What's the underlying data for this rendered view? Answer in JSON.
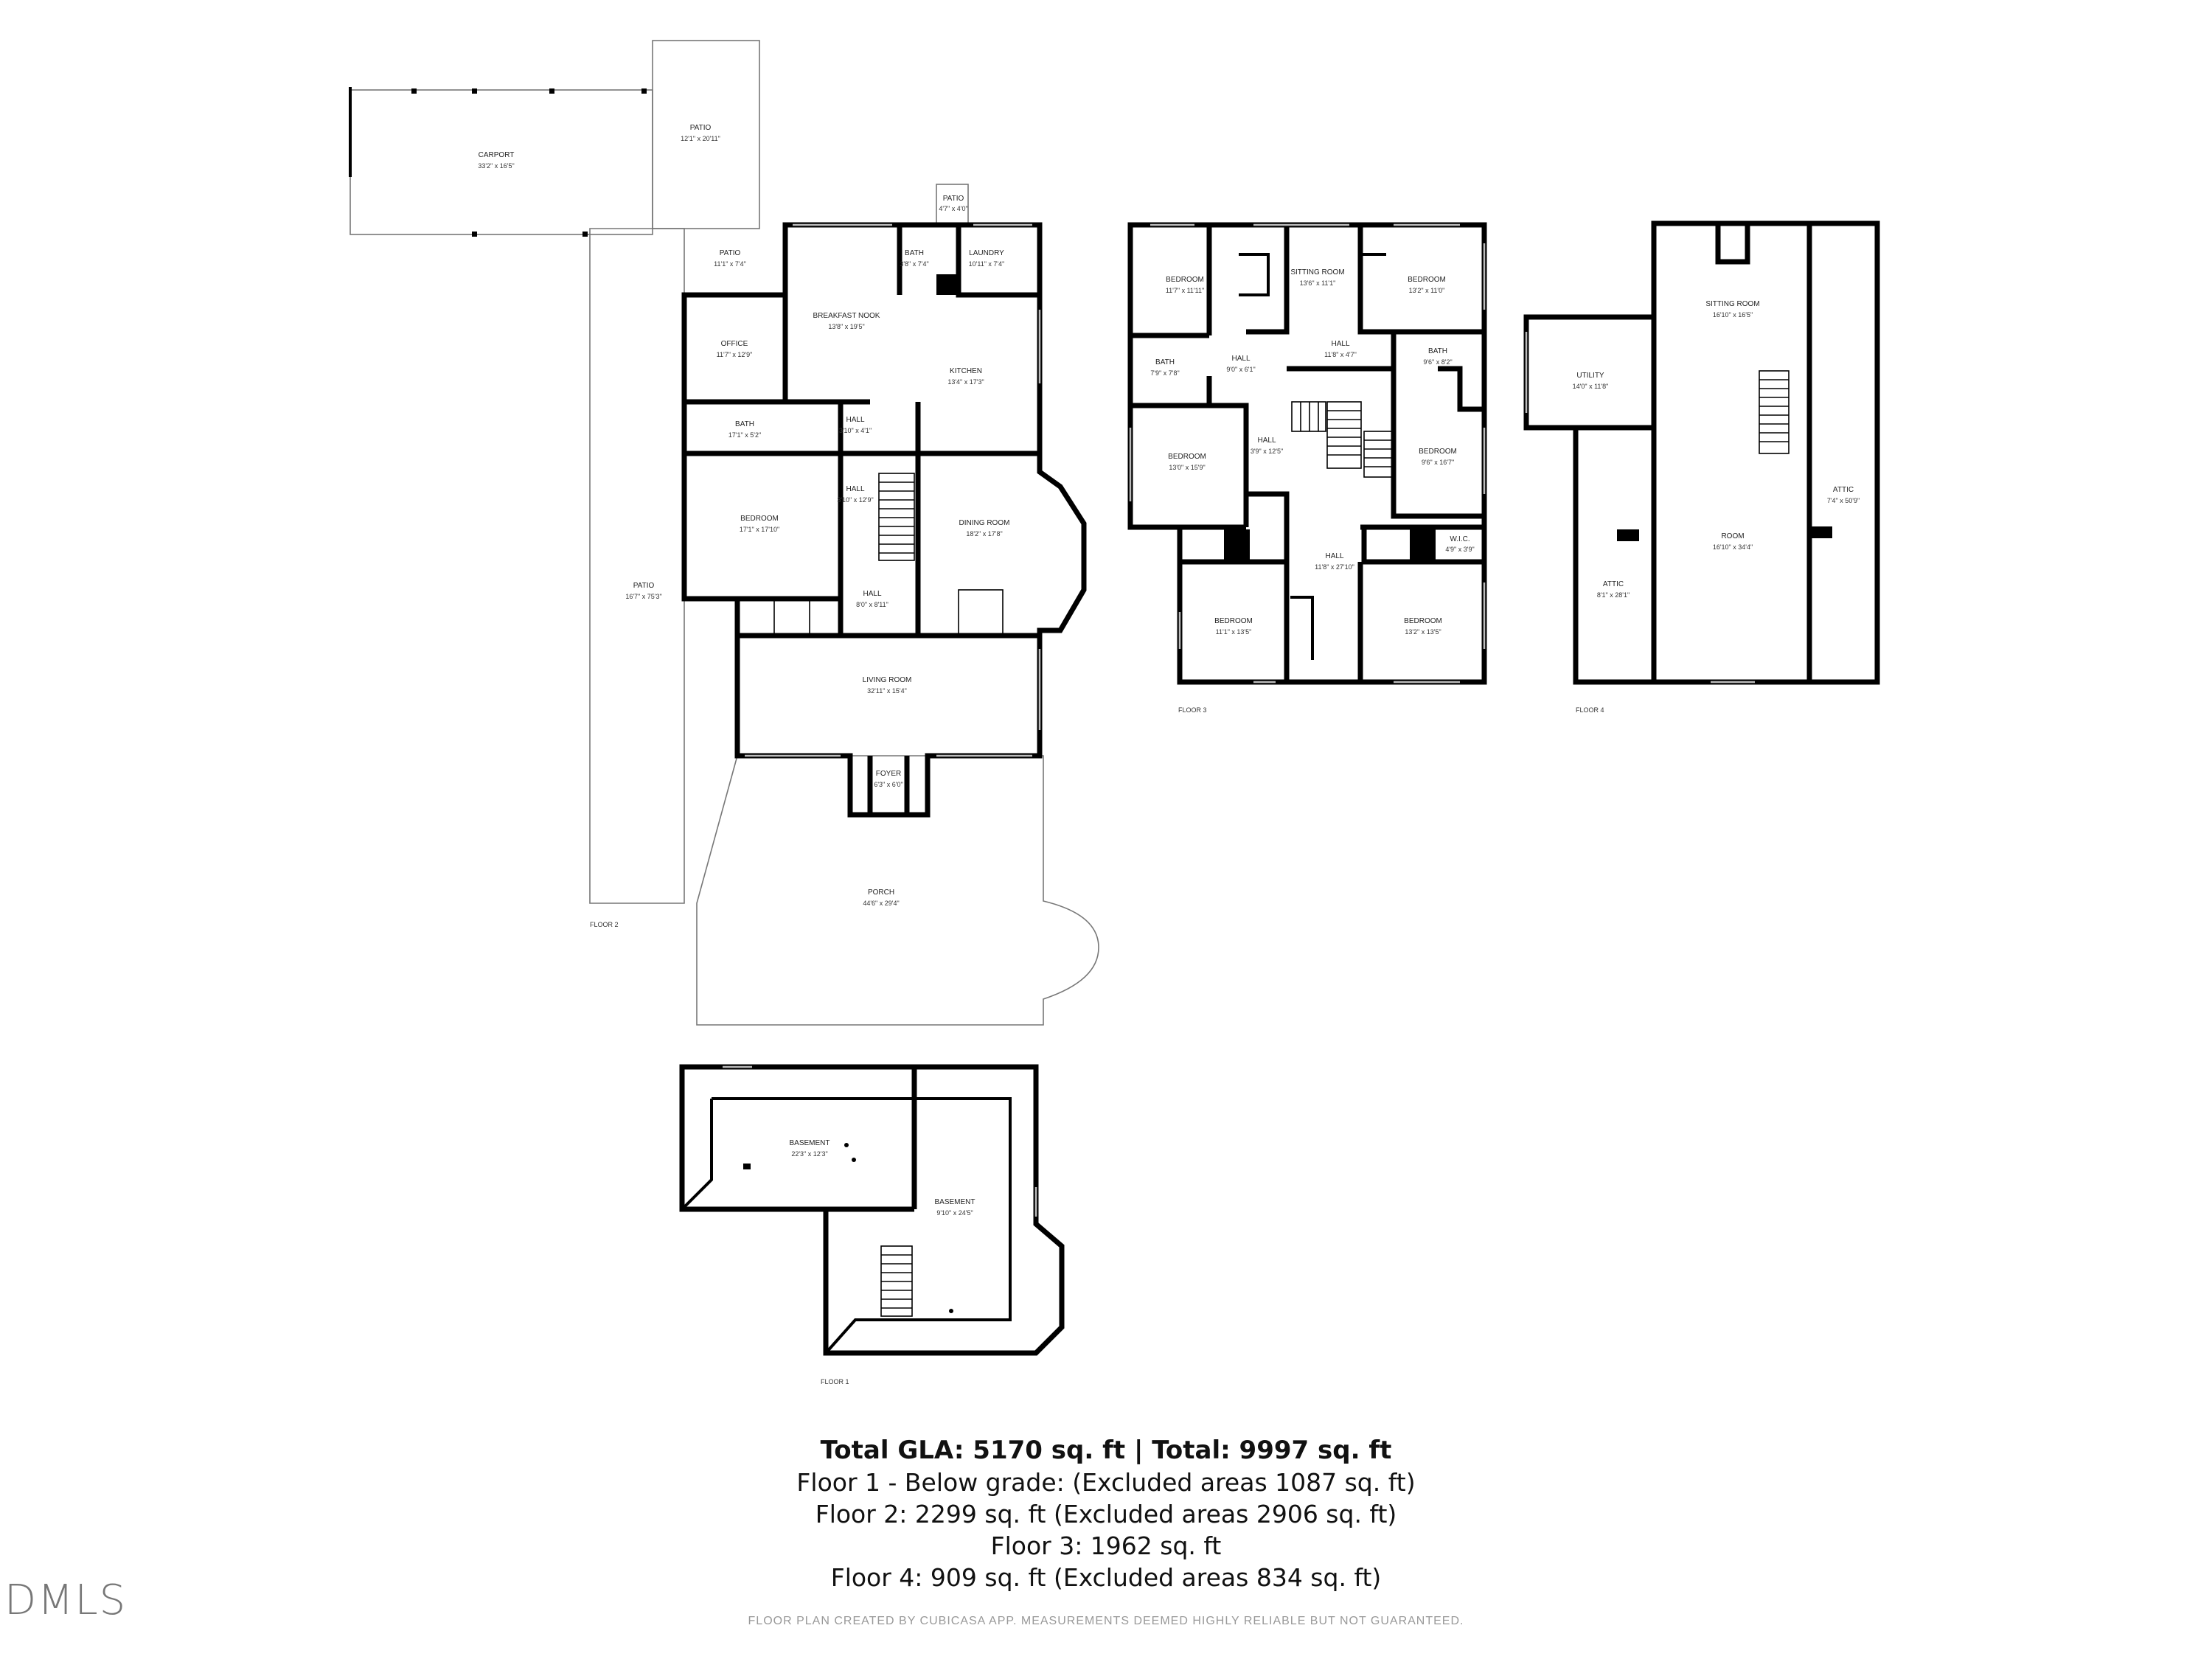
{
  "rooms": {
    "carport": {
      "name": "CARPORT",
      "dim": "33'2\" x 16'5\""
    },
    "patio_top": {
      "name": "PATIO",
      "dim": "12'1\" x 20'11\""
    },
    "patio_small": {
      "name": "PATIO",
      "dim": "4'7\" x 4'0\""
    },
    "patio_nw": {
      "name": "PATIO",
      "dim": "11'1\" x 7'4\""
    },
    "bath_f2a": {
      "name": "BATH",
      "dim": "3'8\" x 7'4\""
    },
    "laundry": {
      "name": "LAUNDRY",
      "dim": "10'11\" x 7'4\""
    },
    "breakfast": {
      "name": "BREAKFAST NOOK",
      "dim": "13'8\" x 19'5\""
    },
    "office": {
      "name": "OFFICE",
      "dim": "11'7\" x 12'9\""
    },
    "kitchen": {
      "name": "KITCHEN",
      "dim": "13'4\" x 17'3\""
    },
    "hall_f2a": {
      "name": "HALL",
      "dim": "3'10\" x 4'1\""
    },
    "bath_f2b": {
      "name": "BATH",
      "dim": "17'1\" x 5'2\""
    },
    "bedroom_f2": {
      "name": "BEDROOM",
      "dim": "17'1\" x 17'10\""
    },
    "hall_f2b": {
      "name": "HALL",
      "dim": "3'10\" x 12'9\""
    },
    "dining": {
      "name": "DINING ROOM",
      "dim": "18'2\" x 17'8\""
    },
    "patio_w": {
      "name": "PATIO",
      "dim": "16'7\" x 75'3\""
    },
    "hall_f2c": {
      "name": "HALL",
      "dim": "8'0\" x 8'11\""
    },
    "living": {
      "name": "LIVING ROOM",
      "dim": "32'11\" x 15'4\""
    },
    "foyer": {
      "name": "FOYER",
      "dim": "6'3\" x 6'0\""
    },
    "porch": {
      "name": "PORCH",
      "dim": "44'6\" x 29'4\""
    },
    "bed_f3_nw": {
      "name": "BEDROOM",
      "dim": "11'7\" x 11'11\""
    },
    "sitting_f3": {
      "name": "SITTING ROOM",
      "dim": "13'6\" x 11'1\""
    },
    "bed_f3_ne": {
      "name": "BEDROOM",
      "dim": "13'2\" x 11'0\""
    },
    "hall_f3a": {
      "name": "HALL",
      "dim": "9'0\" x 6'1\""
    },
    "hall_f3b": {
      "name": "HALL",
      "dim": "11'8\" x 4'7\""
    },
    "bath_f3a": {
      "name": "BATH",
      "dim": "7'9\" x 7'8\""
    },
    "bath_f3b": {
      "name": "BATH",
      "dim": "9'6\" x 8'2\""
    },
    "bed_f3_w": {
      "name": "BEDROOM",
      "dim": "13'0\" x 15'9\""
    },
    "hall_f3c": {
      "name": "HALL",
      "dim": "3'9\" x 12'5\""
    },
    "bed_f3_e": {
      "name": "BEDROOM",
      "dim": "9'6\" x 16'7\""
    },
    "hall_f3d": {
      "name": "HALL",
      "dim": "11'8\" x 27'10\""
    },
    "wic": {
      "name": "W.I.C.",
      "dim": "4'9\" x 3'9\""
    },
    "bed_f3_sw": {
      "name": "BEDROOM",
      "dim": "11'1\" x 13'5\""
    },
    "bed_f3_se": {
      "name": "BEDROOM",
      "dim": "13'2\" x 13'5\""
    },
    "utility": {
      "name": "UTILITY",
      "dim": "14'0\" x 11'8\""
    },
    "sitting_f4": {
      "name": "SITTING ROOM",
      "dim": "16'10\" x 16'5\""
    },
    "attic_e": {
      "name": "ATTIC",
      "dim": "7'4\" x 50'9\""
    },
    "room_f4": {
      "name": "ROOM",
      "dim": "16'10\" x 34'4\""
    },
    "attic_w": {
      "name": "ATTIC",
      "dim": "8'1\" x 28'1\""
    },
    "basement_a": {
      "name": "BASEMENT",
      "dim": "22'3\" x 12'3\""
    },
    "basement_b": {
      "name": "BASEMENT",
      "dim": "9'10\" x 24'5\""
    }
  },
  "floors": {
    "floor1": "FLOOR 1",
    "floor2": "FLOOR 2",
    "floor3": "FLOOR 3",
    "floor4": "FLOOR 4"
  },
  "summary": {
    "total": "Total GLA: 5170 sq. ft | Total: 9997 sq. ft",
    "floor1": "Floor 1 - Below grade: (Excluded areas 1087 sq. ft)",
    "floor2": "Floor 2: 2299 sq. ft (Excluded areas 2906 sq. ft)",
    "floor3": "Floor 3: 1962 sq. ft",
    "floor4": "Floor 4: 909 sq. ft (Excluded areas 834 sq. ft)"
  },
  "disclaimer": "FLOOR PLAN CREATED BY CUBICASA APP. MEASUREMENTS DEEMED HIGHLY RELIABLE BUT NOT GUARANTEED.",
  "logo": "DMLS"
}
